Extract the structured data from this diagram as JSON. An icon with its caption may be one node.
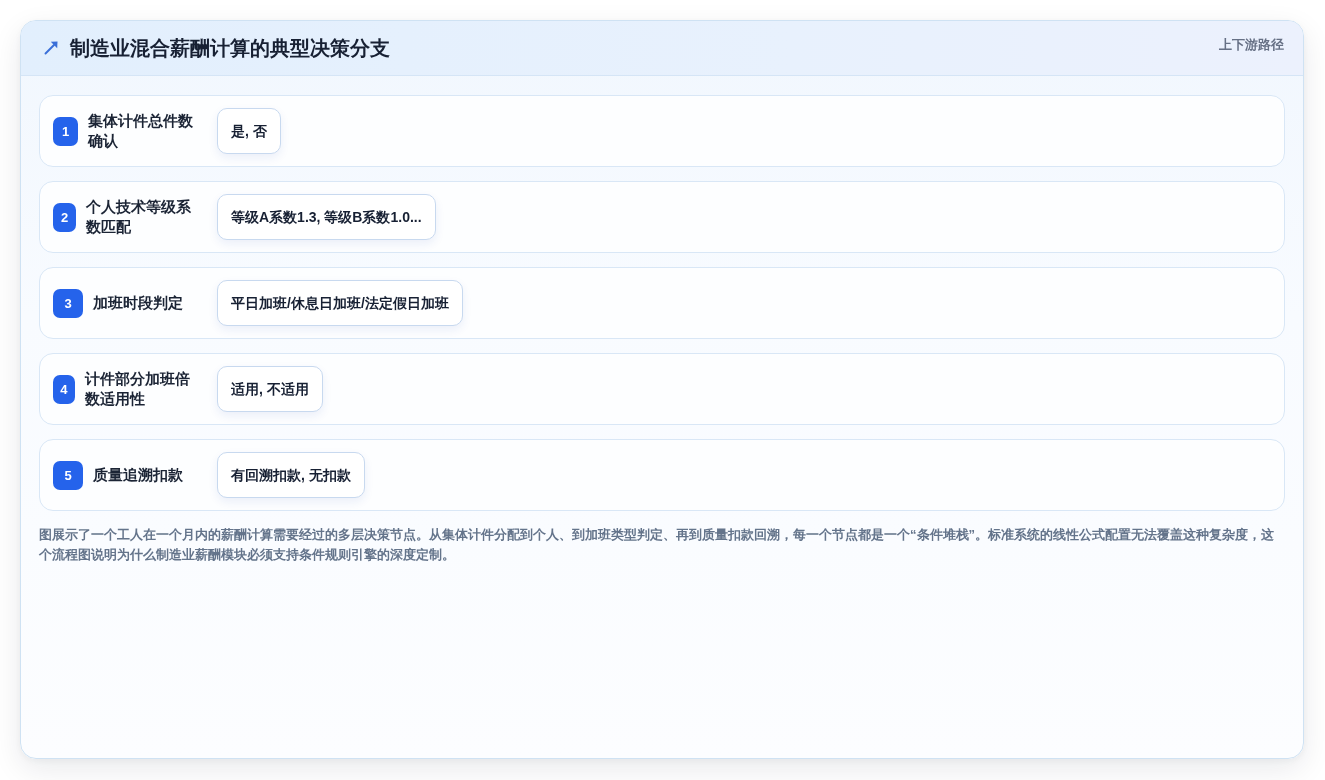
{
  "diagram": {
    "title": "制造业混合薪酬计算的典型决策分支",
    "caption": "图展示了一个工人在一个月内的薪酬计算需要经过的多层决策节点。从集体计件分配到个人、到加班类型判定、再到质量扣款回溯，每一个节点都是一个“条件堆栈”。标准系统的线性公式配置无法覆盖这种复杂度，这个流程图说明为什么制造业薪酬模块必须支持条件规则引擎的深度定制。",
    "nodes": [
      {
        "text": [
          "集体计件总件数确认"
        ]
      },
      {
        "text": [
          "1"
        ],
        "in": 0
      },
      {
        "text": [
          "是, 否"
        ],
        "in": 0
      },
      {
        "text": [
          "个人技术等级系数匹配"
        ]
      },
      {
        "text": [
          "2"
        ],
        "in": 3
      },
      {
        "text": [
          "等级A系数1.3, 等级B系数1.0..."
        ],
        "in": 3
      },
      {
        "text": [
          "加班时段判定"
        ]
      },
      {
        "text": [
          "3"
        ],
        "in": 6
      },
      {
        "text": [
          "平日加班/休息日加班/法定假日加班"
        ],
        "in": 6
      },
      {
        "text": [
          "计件部分加班倍数适用性"
        ]
      },
      {
        "text": [
          "4"
        ],
        "in": 9
      },
      {
        "text": [
          "适用, 不适用"
        ],
        "in": 9
      },
      {
        "text": [
          "质量追溯扣款"
        ]
      },
      {
        "text": [
          "5"
        ],
        "in": 12
      },
      {
        "text": [
          "有回溯扣款, 无扣款"
        ],
        "in": 12
      }
    ],
    "labels": [
      "上下游路径"
    ]
  }
}
